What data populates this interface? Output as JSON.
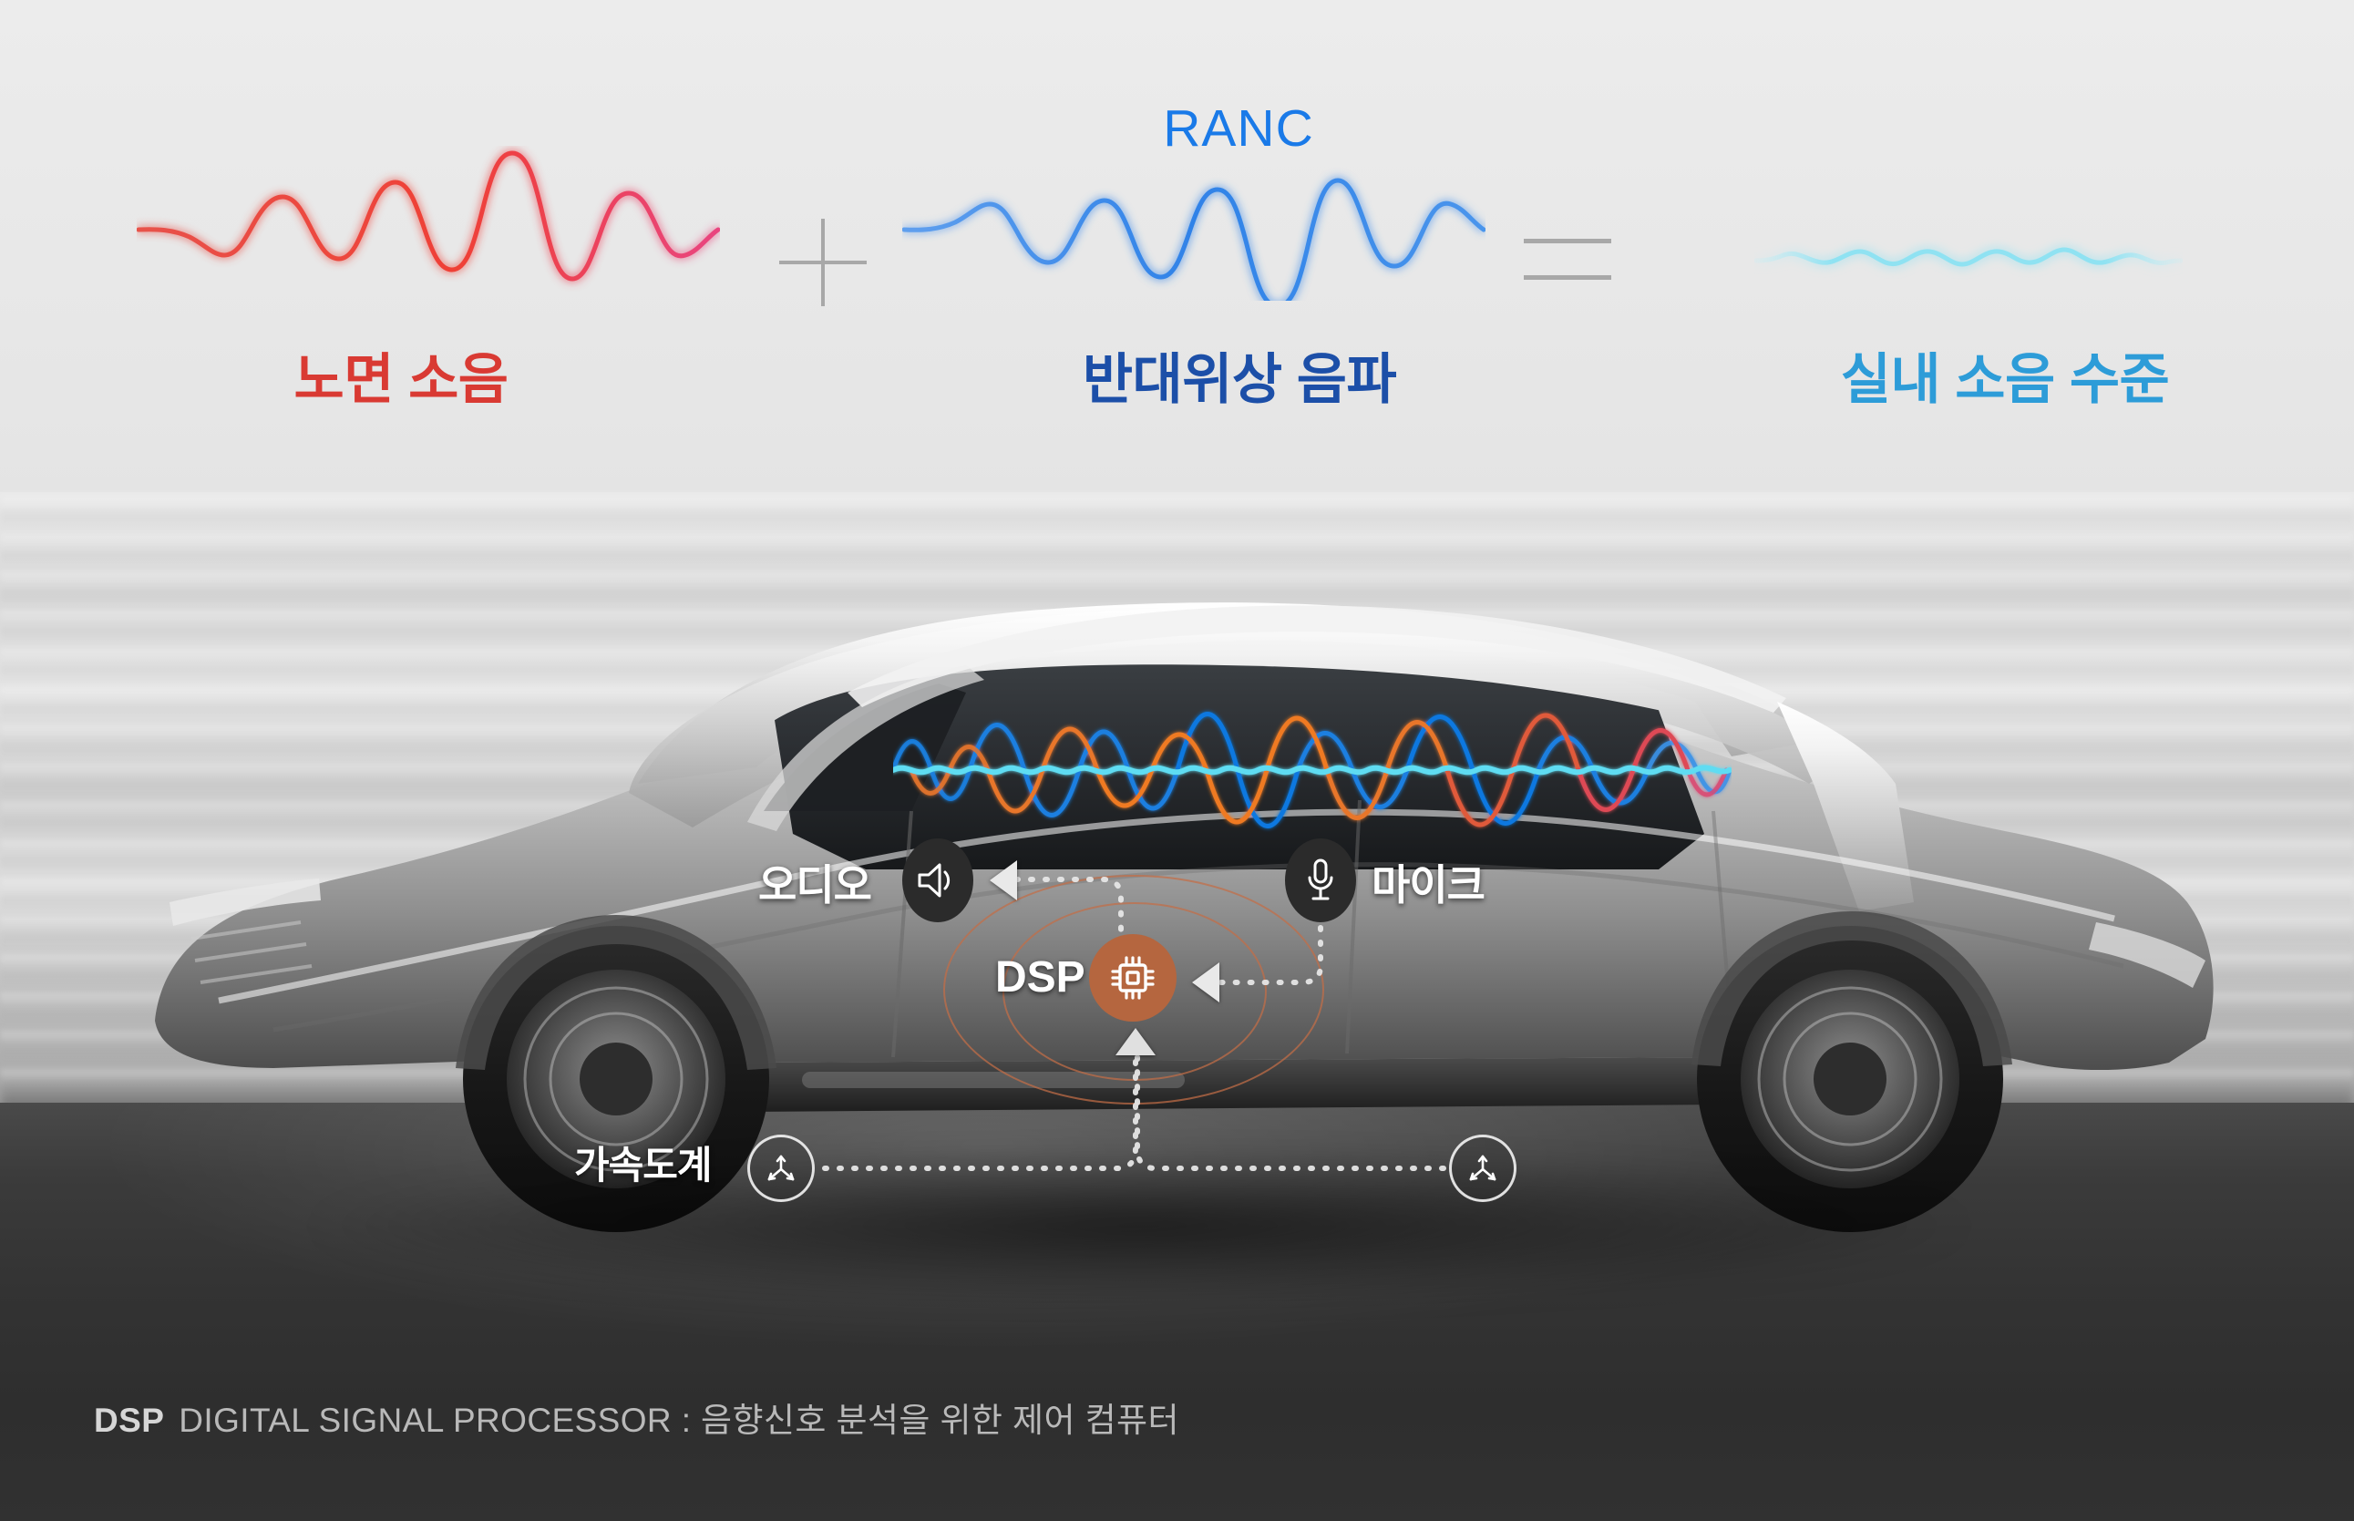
{
  "header": {
    "ranc_title": "RANC",
    "plus_symbol": "+",
    "equals_symbol": "="
  },
  "wave_labels": {
    "road_noise": "노면 소음",
    "antiphase": "반대위상 음파",
    "cabin_level": "실내 소음 수준"
  },
  "colors": {
    "road_noise": "#d93a33",
    "antiphase": "#1c4fa8",
    "antiphase_wave": "#3d8bea",
    "cabin_level": "#2d9cd8",
    "cabin_wave": "#7fe0f0",
    "ranc_title": "#1a7ae8",
    "dsp_accent": "#b5663f",
    "ring": "#c46e46",
    "operator_grey": "#a8a8a8",
    "callout_text": "#ffffff",
    "footer_text": "#b9b9b9",
    "road": "#333333"
  },
  "callouts": {
    "audio": {
      "label": "오디오",
      "icon": "speaker-icon"
    },
    "mic": {
      "label": "마이크",
      "icon": "microphone-icon"
    },
    "dsp": {
      "label": "DSP",
      "icon": "chip-icon"
    },
    "accelerometer": {
      "label": "가속도계",
      "icon": "accelerometer-icon"
    }
  },
  "footer": {
    "abbr": "DSP",
    "expansion": "DIGITAL SIGNAL PROCESSOR : 음향신호 분석을 위한 제어 컴퓨터"
  },
  "chart_data": {
    "type": "line",
    "title": "RANC",
    "description": "Road noise waveform plus anti-phase waveform equals reduced cabin noise level",
    "xlabel": "",
    "ylabel": "",
    "grid": false,
    "legend_position": "below-each-waveform",
    "series": [
      {
        "name": "노면 소음",
        "color": "#d93a33",
        "amplitude_peak": 1.0,
        "values": [
          0,
          0,
          -0.18,
          -0.3,
          -0.14,
          0.42,
          0.55,
          0.05,
          -0.5,
          0.1,
          0.72,
          0.62,
          -0.2,
          -0.62,
          0.25,
          0.95,
          1.0,
          0.3,
          -0.55,
          -0.72,
          0.1,
          0.58,
          0.52,
          -0.22,
          -0.48,
          0.1,
          0.48,
          0.42,
          -0.2,
          -0.38,
          0.12,
          0.32,
          0.22,
          0.05,
          0,
          0
        ]
      },
      {
        "name": "반대위상 음파",
        "color": "#3d8bea",
        "amplitude_peak": 1.0,
        "values": [
          0,
          0,
          0.18,
          0.3,
          0.14,
          -0.42,
          -0.55,
          -0.05,
          0.5,
          -0.1,
          -0.72,
          -0.62,
          0.2,
          0.62,
          -0.25,
          -0.95,
          -1.0,
          -0.3,
          0.55,
          0.72,
          -0.1,
          -0.58,
          -0.52,
          0.22,
          0.48,
          -0.1,
          -0.48,
          -0.42,
          0.2,
          0.38,
          -0.12,
          -0.32,
          -0.22,
          -0.05,
          0,
          0
        ]
      },
      {
        "name": "실내 소음 수준",
        "color": "#7fe0f0",
        "amplitude_peak": 0.09,
        "values": [
          0,
          0.04,
          -0.05,
          0.06,
          -0.04,
          0.05,
          -0.06,
          0.04,
          -0.05,
          0.07,
          -0.05,
          0.04,
          -0.06,
          0.05,
          -0.04,
          0.06,
          -0.05,
          0.04,
          -0.06,
          0.05,
          -0.04,
          0.06,
          -0.05,
          0.05,
          -0.04,
          0.06,
          -0.05,
          0.04,
          -0.05,
          0.05,
          -0.04,
          0.05,
          -0.04,
          0.03,
          -0.02,
          0
        ]
      }
    ]
  }
}
